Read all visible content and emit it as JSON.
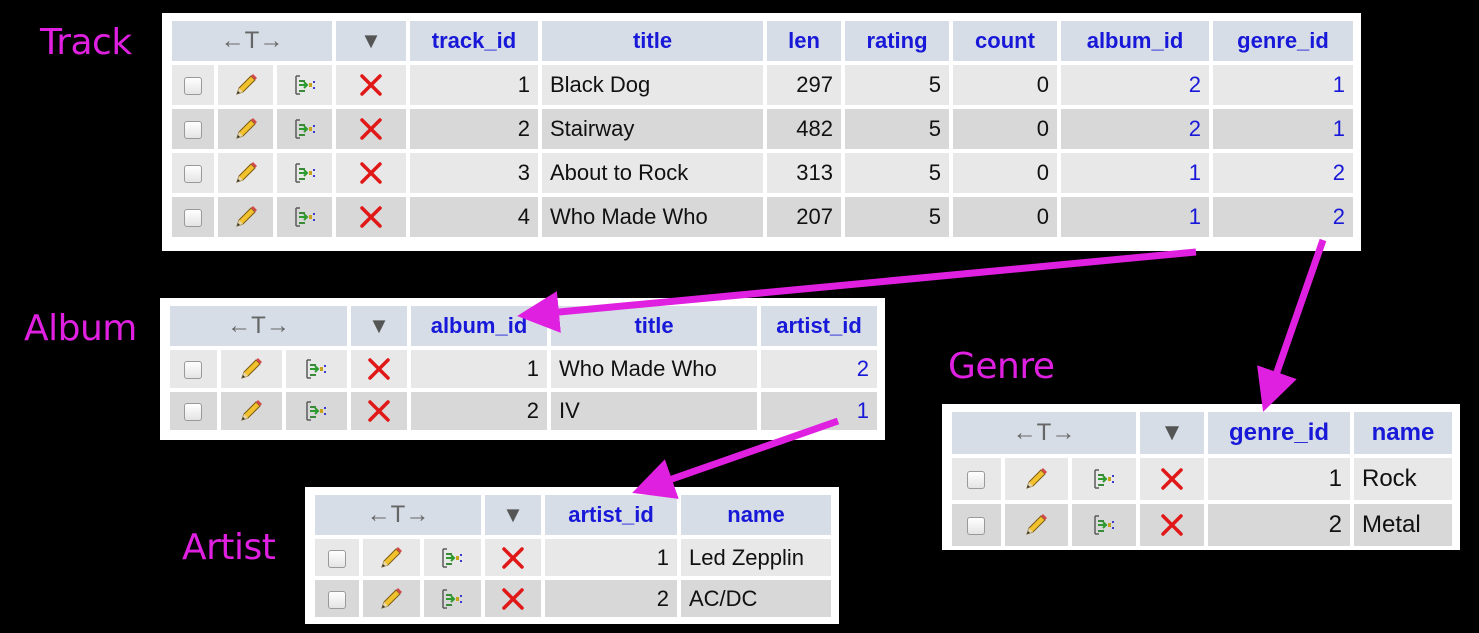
{
  "labels": {
    "track": "Track",
    "album": "Album",
    "genre": "Genre",
    "artist": "Artist"
  },
  "header_nav": "←T→",
  "track": {
    "columns": [
      "track_id",
      "title",
      "len",
      "rating",
      "count",
      "album_id",
      "genre_id"
    ],
    "rows": [
      {
        "track_id": "1",
        "title": "Black Dog",
        "len": "297",
        "rating": "5",
        "count": "0",
        "album_id": "2",
        "genre_id": "1"
      },
      {
        "track_id": "2",
        "title": "Stairway",
        "len": "482",
        "rating": "5",
        "count": "0",
        "album_id": "2",
        "genre_id": "1"
      },
      {
        "track_id": "3",
        "title": "About to Rock",
        "len": "313",
        "rating": "5",
        "count": "0",
        "album_id": "1",
        "genre_id": "2"
      },
      {
        "track_id": "4",
        "title": "Who Made Who",
        "len": "207",
        "rating": "5",
        "count": "0",
        "album_id": "1",
        "genre_id": "2"
      }
    ]
  },
  "album": {
    "columns": [
      "album_id",
      "title",
      "artist_id"
    ],
    "rows": [
      {
        "album_id": "1",
        "title": "Who Made Who",
        "artist_id": "2"
      },
      {
        "album_id": "2",
        "title": "IV",
        "artist_id": "1"
      }
    ]
  },
  "genre": {
    "columns": [
      "genre_id",
      "name"
    ],
    "rows": [
      {
        "genre_id": "1",
        "name": "Rock"
      },
      {
        "genre_id": "2",
        "name": "Metal"
      }
    ]
  },
  "artist": {
    "columns": [
      "artist_id",
      "name"
    ],
    "rows": [
      {
        "artist_id": "1",
        "name": "Led Zepplin"
      },
      {
        "artist_id": "2",
        "name": "AC/DC"
      }
    ]
  },
  "colors": {
    "label": "#e020e0",
    "arrow": "#e020e0",
    "fk_link": "#1818d8",
    "header_bg": "#d6dde6"
  },
  "row_icons": [
    "checkbox",
    "edit-pencil-icon",
    "copy-row-icon",
    "delete-x-icon"
  ]
}
